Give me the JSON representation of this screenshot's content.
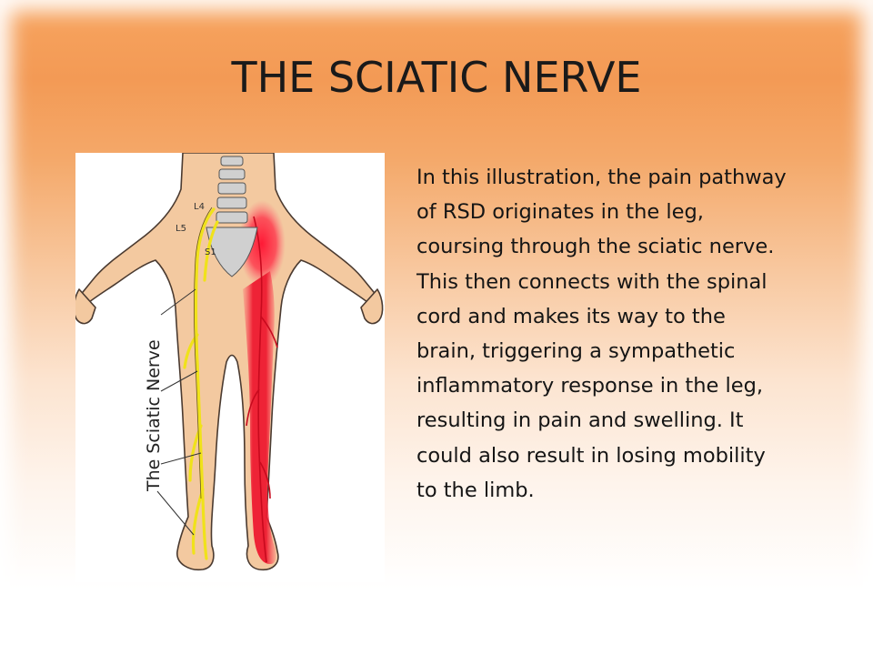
{
  "slide": {
    "title": "THE SCIATIC NERVE",
    "body": "In this illustration, the pain pathway of RSD originates in the leg, coursing through the sciatic nerve. This then connects with the spinal cord and makes its way to the brain, triggering a sympathetic inflammatory response in the leg, resulting in pain and swelling. It could also result in losing mobility to the limb."
  },
  "figure": {
    "labels": {
      "l4": "L4",
      "l5": "L5",
      "s1": "S1",
      "nerve": "The Sciatic Nerve"
    },
    "colors": {
      "skin": "#f3c9a0",
      "outline": "#4a3a30",
      "bone": "#c8c8c8",
      "nerve": "#f0e21a",
      "pain": "#e4102a"
    }
  },
  "theme": {
    "accent": "#f39a55"
  }
}
